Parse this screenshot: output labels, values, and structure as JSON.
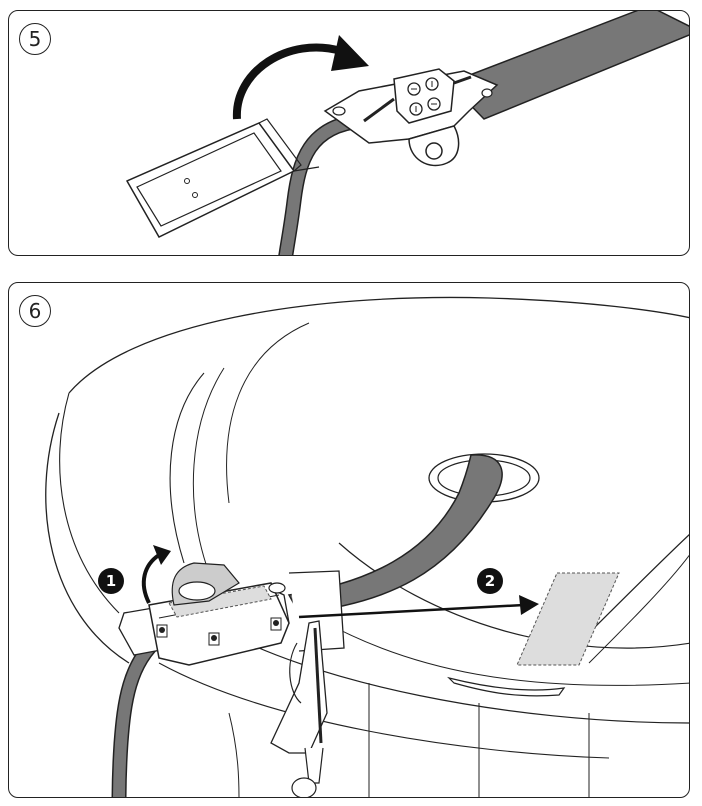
{
  "steps": [
    {
      "number": "5"
    },
    {
      "number": "6",
      "callouts": [
        "1",
        "2"
      ]
    }
  ]
}
